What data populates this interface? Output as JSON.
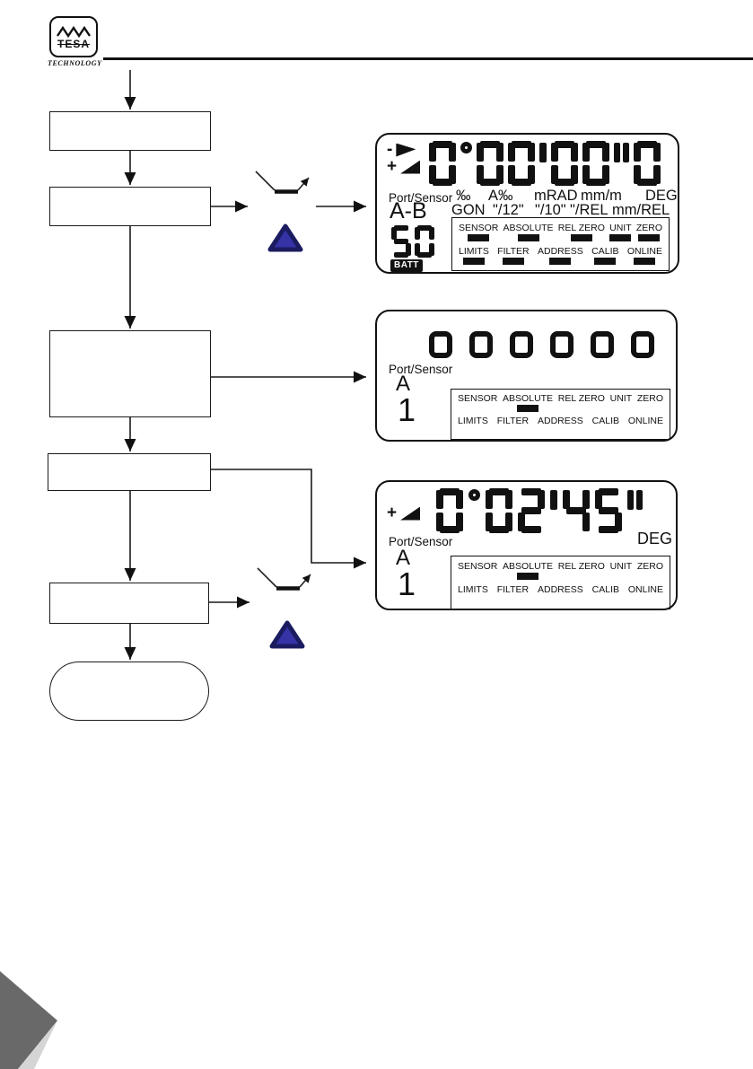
{
  "header": {
    "brand": "TESA",
    "brand_sub": "TECHNOLOGY"
  },
  "colors": {
    "ink": "#111111",
    "button_blue": "#3533a6",
    "terminator_gray": "#c9c9c9",
    "corner_dark": "#696969",
    "corner_light": "#d5d5d5"
  },
  "icons": {
    "level_icon": "level-measure-arrow-icon",
    "button_icon": "blue-triangle-key-icon"
  },
  "displays": [
    {
      "id": "lcd-initial",
      "polarity": [
        {
          "sign": "-",
          "icon": "slope-down-arrow-icon"
        },
        {
          "sign": "+",
          "icon": "slope-up-wedge-icon"
        }
      ],
      "reading": "0°00'00\"0",
      "digit_chars": [
        "0",
        "°",
        "0",
        "0",
        "'",
        "0",
        "0",
        "\"",
        "0"
      ],
      "port_sensor_label": "Port/Sensor",
      "port_value": "A-B",
      "sensor_value": "50",
      "sensor_chars": [
        "5",
        "0"
      ],
      "batt_label": "BATT",
      "units_row1": [
        "‰",
        "A‰",
        "mRAD",
        "mm/m",
        "DEG"
      ],
      "units_row2": [
        "GON",
        "\"/12\"",
        "\"/10\"",
        "\"/REL",
        "mm/REL"
      ],
      "indicators_row1": [
        "SENSOR",
        "ABSOLUTE",
        "REL ZERO",
        "UNIT",
        "ZERO"
      ],
      "indicators_row2": [
        "LIMITS",
        "FILTER",
        "ADDRESS",
        "CALIB",
        "ONLINE"
      ],
      "active_indicators": [
        "SENSOR",
        "ABSOLUTE",
        "REL ZERO",
        "UNIT",
        "ZERO",
        "LIMITS",
        "FILTER",
        "ADDRESS",
        "CALIB",
        "ONLINE"
      ]
    },
    {
      "id": "lcd-startup",
      "reading": "oooooo",
      "digit_chars": [
        "o",
        "o",
        "o",
        "o",
        "o",
        "o"
      ],
      "port_sensor_label": "Port/Sensor",
      "port_value": "A",
      "sensor_value": "1",
      "indicators_row1": [
        "SENSOR",
        "ABSOLUTE",
        "REL ZERO",
        "UNIT",
        "ZERO"
      ],
      "indicators_row2": [
        "LIMITS",
        "FILTER",
        "ADDRESS",
        "CALIB",
        "ONLINE"
      ],
      "active_indicators": [
        "ABSOLUTE"
      ]
    },
    {
      "id": "lcd-measurement",
      "polarity": [
        {
          "sign": "+",
          "icon": "slope-up-wedge-icon"
        }
      ],
      "reading": "0°02'45\"",
      "digit_chars": [
        "0",
        "°",
        "0",
        "2",
        "'",
        "4",
        "5",
        "\""
      ],
      "unit_label": "DEG",
      "port_sensor_label": "Port/Sensor",
      "port_value": "A",
      "sensor_value": "1",
      "indicators_row1": [
        "SENSOR",
        "ABSOLUTE",
        "REL ZERO",
        "UNIT",
        "ZERO"
      ],
      "indicators_row2": [
        "LIMITS",
        "FILTER",
        "ADDRESS",
        "CALIB",
        "ONLINE"
      ],
      "active_indicators": [
        "ABSOLUTE"
      ]
    }
  ]
}
